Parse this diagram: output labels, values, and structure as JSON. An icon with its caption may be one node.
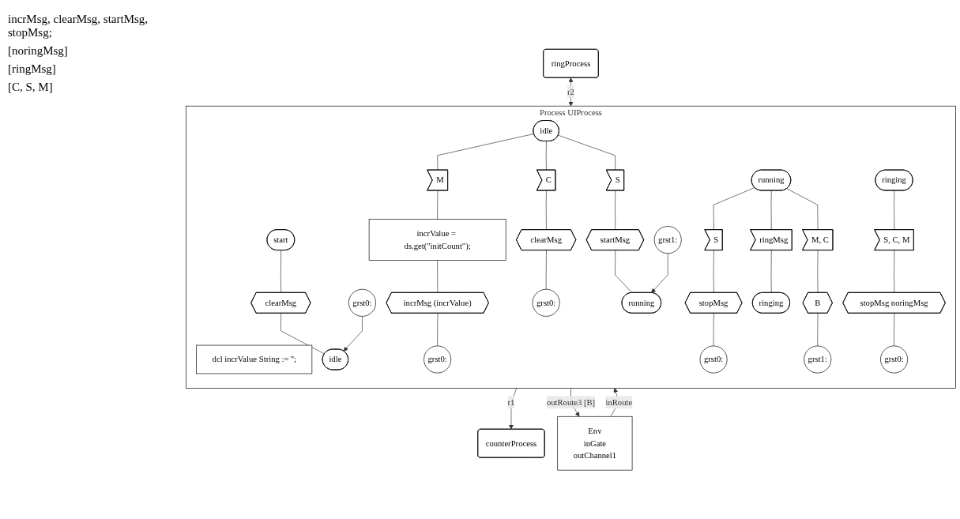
{
  "diagram": {
    "nodes": [
      {
        "text": [
          "counterProcess"
        ]
      },
      {
        "text": [
          "ringProcess"
        ]
      },
      {
        "text": [
          "Env",
          "inGate",
          "outChannel1"
        ]
      },
      {
        "text": [
          "Process UIProcess"
        ]
      },
      {
        "text": [
          "dcl incrValue String := '';"
        ],
        "in": 3
      },
      {
        "text": [
          "start"
        ],
        "in": 3
      },
      {
        "text": [
          "clearMsg"
        ],
        "in": 3
      },
      {
        "text": [
          "grst0:"
        ],
        "in": 3
      },
      {
        "text": [
          "idle"
        ],
        "in": 3
      },
      {
        "text": [
          "idle"
        ],
        "in": 3
      },
      {
        "text": [
          "M"
        ],
        "in": 3
      },
      {
        "text": [
          "C"
        ],
        "in": 3
      },
      {
        "text": [
          "S"
        ],
        "in": 3
      },
      {
        "text": [
          "incrValue = ds.get(\"initCount\");"
        ],
        "in": 3
      },
      {
        "text": [
          "clearMsg"
        ],
        "in": 3
      },
      {
        "text": [
          "startMsg"
        ],
        "in": 3
      },
      {
        "text": [
          "incrMsg (incrValue)"
        ],
        "in": 3
      },
      {
        "text": [
          "grst0:"
        ],
        "in": 3
      },
      {
        "text": [
          "grst1:"
        ],
        "in": 3
      },
      {
        "text": [
          "running"
        ],
        "in": 3
      },
      {
        "text": [
          "grst0:"
        ],
        "in": 3
      },
      {
        "text": [
          "running"
        ],
        "in": 3
      },
      {
        "text": [
          "ringing"
        ],
        "in": 3
      },
      {
        "text": [
          "S"
        ],
        "in": 3
      },
      {
        "text": [
          "ringMsg"
        ],
        "in": 3
      },
      {
        "text": [
          "M, C"
        ],
        "in": 3
      },
      {
        "text": [
          "S, C, M"
        ],
        "in": 3
      },
      {
        "text": [
          "stopMsg"
        ],
        "in": 3
      },
      {
        "text": [
          "ringing"
        ],
        "in": 3
      },
      {
        "text": [
          "B"
        ],
        "in": 3
      },
      {
        "text": [
          "stopMsg noringMsg"
        ],
        "in": 3
      },
      {
        "text": [
          "grst0:"
        ],
        "in": 3
      },
      {
        "text": [
          "grst1:"
        ],
        "in": 3
      },
      {
        "text": [
          "grst0:"
        ],
        "in": 3
      }
    ],
    "edges": [
      {
        "from": 3,
        "to": 0,
        "arrow": "to",
        "label": "r1"
      },
      {
        "from": 1,
        "to": 3,
        "arrow": "both",
        "label": "r2"
      },
      {
        "from": 2,
        "to": 3,
        "arrow": "to",
        "label": "inRoute"
      },
      {
        "from": 3,
        "to": 2,
        "arrow": "to",
        "label": "outRoute3 [B]"
      },
      {
        "from": 5,
        "to": 6,
        "arrow": "none"
      },
      {
        "from": 6,
        "to": 8,
        "arrow": "none"
      },
      {
        "from": 7,
        "to": 8,
        "arrow": "to"
      },
      {
        "from": 9,
        "to": 10,
        "arrow": "none"
      },
      {
        "from": 9,
        "to": 11,
        "arrow": "none"
      },
      {
        "from": 9,
        "to": 12,
        "arrow": "none"
      },
      {
        "from": 10,
        "to": 13,
        "arrow": "none"
      },
      {
        "from": 13,
        "to": 16,
        "arrow": "none"
      },
      {
        "from": 16,
        "to": 20,
        "arrow": "none"
      },
      {
        "from": 11,
        "to": 14,
        "arrow": "none"
      },
      {
        "from": 14,
        "to": 17,
        "arrow": "none"
      },
      {
        "from": 12,
        "to": 15,
        "arrow": "none"
      },
      {
        "from": 15,
        "to": 19,
        "arrow": "none"
      },
      {
        "from": 18,
        "to": 19,
        "arrow": "to"
      },
      {
        "from": 21,
        "to": 23,
        "arrow": "none"
      },
      {
        "from": 21,
        "to": 24,
        "arrow": "none"
      },
      {
        "from": 21,
        "to": 25,
        "arrow": "none"
      },
      {
        "from": 23,
        "to": 27,
        "arrow": "none"
      },
      {
        "from": 27,
        "to": 31,
        "arrow": "none"
      },
      {
        "from": 24,
        "to": 28,
        "arrow": "none"
      },
      {
        "from": 25,
        "to": 29,
        "arrow": "none"
      },
      {
        "from": 29,
        "to": 32,
        "arrow": "none"
      },
      {
        "from": 22,
        "to": 26,
        "arrow": "none"
      },
      {
        "from": 26,
        "to": 30,
        "arrow": "none"
      },
      {
        "from": 30,
        "to": 33,
        "arrow": "none"
      }
    ],
    "labels": [
      "incrMsg, clearMsg, startMsg, stopMsg;",
      "[noringMsg]",
      "[ringMsg]",
      "[C, S, M]"
    ]
  }
}
